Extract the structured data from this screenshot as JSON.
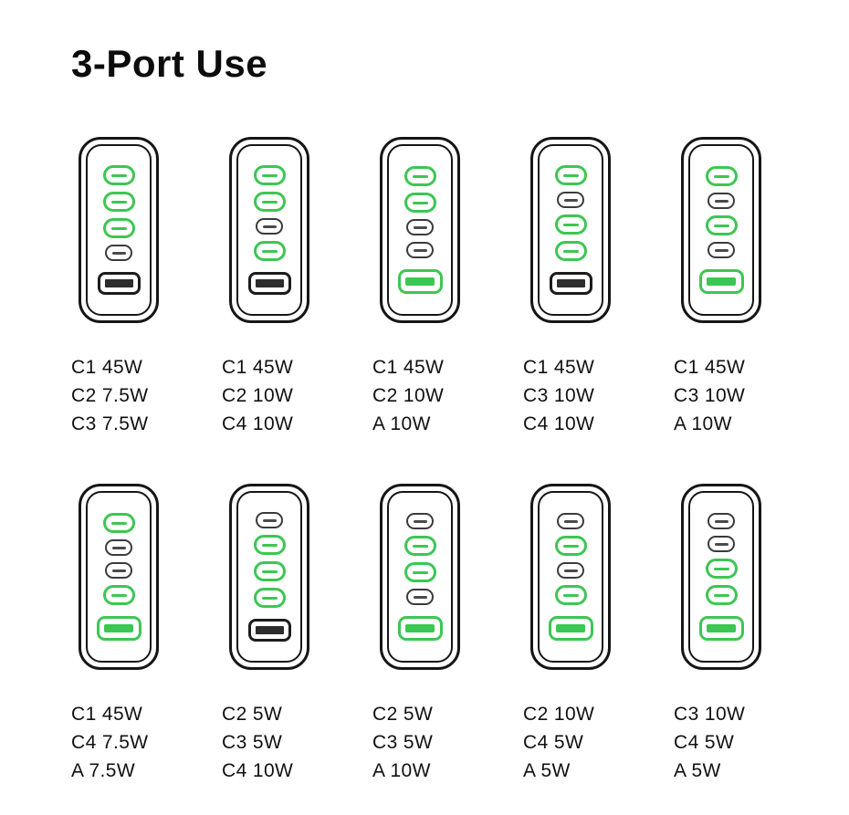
{
  "title": "3-Port Use",
  "colors": {
    "active_green": "#3dc653",
    "inactive_gray": "#3b3b3b",
    "outline_black": "#161616",
    "background": "#ffffff"
  },
  "port_order": [
    "C1",
    "C2",
    "C3",
    "C4",
    "A"
  ],
  "chargers": [
    {
      "active_ports": [
        "C1",
        "C2",
        "C3"
      ],
      "labels": [
        "C1 45W",
        "C2 7.5W",
        "C3 7.5W"
      ]
    },
    {
      "active_ports": [
        "C1",
        "C2",
        "C4"
      ],
      "labels": [
        "C1 45W",
        "C2 10W",
        "C4 10W"
      ]
    },
    {
      "active_ports": [
        "C1",
        "C2",
        "A"
      ],
      "labels": [
        "C1 45W",
        "C2 10W",
        "A 10W"
      ]
    },
    {
      "active_ports": [
        "C1",
        "C3",
        "C4"
      ],
      "labels": [
        "C1 45W",
        "C3 10W",
        "C4 10W"
      ]
    },
    {
      "active_ports": [
        "C1",
        "C3",
        "A"
      ],
      "labels": [
        "C1 45W",
        "C3 10W",
        "A 10W"
      ]
    },
    {
      "active_ports": [
        "C1",
        "C4",
        "A"
      ],
      "labels": [
        "C1 45W",
        "C4 7.5W",
        "A 7.5W"
      ]
    },
    {
      "active_ports": [
        "C2",
        "C3",
        "C4"
      ],
      "labels": [
        "C2 5W",
        "C3 5W",
        "C4 10W"
      ]
    },
    {
      "active_ports": [
        "C2",
        "C3",
        "A"
      ],
      "labels": [
        "C2 5W",
        "C3 5W",
        "A 10W"
      ]
    },
    {
      "active_ports": [
        "C2",
        "C4",
        "A"
      ],
      "labels": [
        "C2 10W",
        "C4 5W",
        "A 5W"
      ]
    },
    {
      "active_ports": [
        "C3",
        "C4",
        "A"
      ],
      "labels": [
        "C3 10W",
        "C4 5W",
        "A 5W"
      ]
    }
  ]
}
